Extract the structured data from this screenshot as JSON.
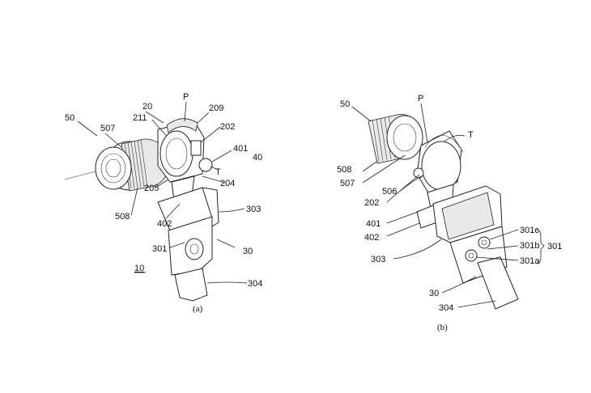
{
  "figure_a": {
    "caption": "(a)",
    "labels": {
      "n50": "50",
      "n507": "507",
      "n20": "20",
      "nP": "P",
      "n209": "209",
      "n211": "211",
      "n202": "202",
      "n401": "401",
      "n40": "40",
      "nT": "T",
      "n204": "204",
      "n205": "205",
      "n508": "508",
      "n402": "402",
      "n303": "303",
      "n301": "301",
      "n30": "30",
      "n10": "10",
      "n304": "304"
    }
  },
  "figure_b": {
    "caption": "(b)",
    "labels": {
      "n50": "50",
      "nP": "P",
      "nT": "T",
      "n508": "508",
      "n507": "507",
      "n506": "506",
      "n202": "202",
      "n401": "401",
      "n402": "402",
      "n303": "303",
      "n301c": "301c",
      "n301b": "301b",
      "n301": "301",
      "n301a": "301a",
      "n30": "30",
      "n304": "304"
    }
  }
}
